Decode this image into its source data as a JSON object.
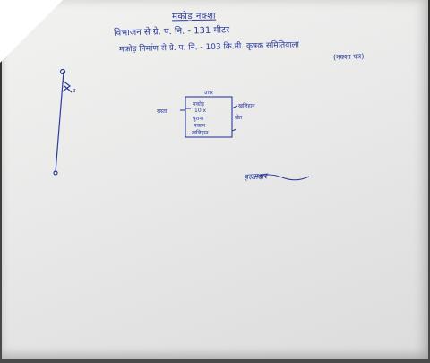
{
  "document": {
    "title": "मकोड़ नक्शा",
    "line1": "विभाजन से ग्रे. प. नि. - 131 मीटर",
    "line2": "मकोड़ निर्माण से ग्रे. प. नि. - 103 कि.मी. कृषक समितिवाला",
    "line3": "(नक्शा पत्र)",
    "top_label": "उत्तर",
    "room_lines": [
      "मकोड़",
      "10 x",
      "पुराना",
      "मकान",
      "खलिहान"
    ],
    "left_label": "रास्ता",
    "right_label_1": "खलिहान",
    "right_label_2": "खेत",
    "arrow_label": "उ",
    "signature": "हस्ताक्षर"
  },
  "colors": {
    "ink": "#2b3d9c",
    "paper": "#ececea"
  }
}
